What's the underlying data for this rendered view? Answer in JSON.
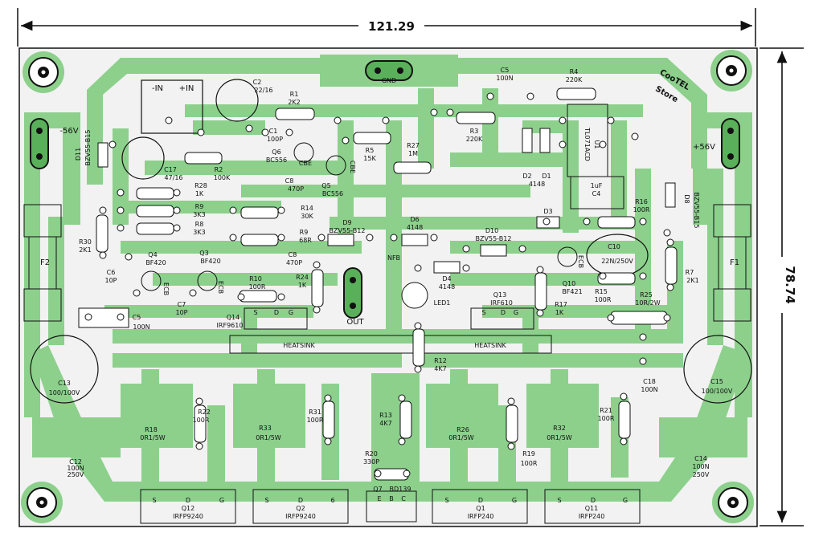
{
  "dimensions": {
    "width": "121.29",
    "height": "78.74"
  },
  "colors": {
    "board": "#f2f2f2",
    "copper": "#8cd08c",
    "silk": "#111111",
    "hole": "#ffffff"
  },
  "supply": {
    "neg": "-56V",
    "pos": "+56V",
    "gnd": "GND"
  },
  "connectors": {
    "in_minus": "-IN",
    "in_plus": "+IN",
    "out": "OUT"
  },
  "brand": {
    "line1": "CooTEL",
    "line2": "Store"
  },
  "labels": {
    "heatsink_left": "HEATSINK",
    "heatsink_right": "HEATSINK",
    "nfb": "NFB",
    "led": "LED1"
  },
  "components": {
    "c2": "C2",
    "c2v": "22/16",
    "r1": "R1",
    "r1v": "2K2",
    "c5top": "C5",
    "c5topv": "100N",
    "r4": "R4",
    "r4v": "220K",
    "r3": "R3",
    "r3v": "220K",
    "c1": "C1",
    "c1v": "100P",
    "q6": "Q6",
    "q6v": "BC556",
    "cbe1": "CBE",
    "cbe2": "CBE",
    "r5": "R5",
    "r5v": "15K",
    "r27": "R27",
    "r27v": "1M",
    "u1": "U1",
    "u1v": "TL071ACD",
    "d2": "D2",
    "d1": "D1",
    "d12v": "4148",
    "c4": "C4",
    "c4v": "1uF",
    "d11": "D11",
    "d11v": "BZV55-B15",
    "c17": "C17",
    "c17v": "47/16",
    "r2": "R2",
    "r2v": "100K",
    "r28": "R28",
    "r28v": "1K",
    "c8a": "C8",
    "c8av": "470P",
    "q5": "Q5",
    "q5v": "BC556",
    "r9a": "R9",
    "r9av": "3K3",
    "r8": "R8",
    "r8v": "3K3",
    "r14": "R14",
    "r14v": "30K",
    "r9b": "R9",
    "r9bv": "68R",
    "d9": "D9",
    "d9v": "BZV55-B12",
    "d6": "D6",
    "d6v": "4148",
    "d10": "D10",
    "d10v": "BZV55-B12",
    "d3": "D3",
    "r16": "R16",
    "r16v": "100R",
    "d8": "D8",
    "d8v": "BZV55-B15",
    "r30": "R30",
    "r30v": "2K1",
    "q4": "Q4",
    "q4v": "BF420",
    "q3": "Q3",
    "q3v": "BF420",
    "c8b": "C8",
    "c8bv": "470P",
    "c6": "C6",
    "c6v": "10P",
    "ecb1": "ECB",
    "ecb2": "ECB",
    "ecb3": "ECB",
    "c7": "C7",
    "c7v": "10P",
    "r10": "R10",
    "r10v": "100R",
    "r24": "R24",
    "r24v": "1K",
    "d4": "D4",
    "d4v": "4148",
    "c10": "C10",
    "c10v": "22N/250V",
    "r7": "R7",
    "r7v": "2K1",
    "q10": "Q10",
    "q10v": "BF421",
    "r15": "R15",
    "r15v": "100R",
    "c5b": "C5",
    "c5bv": "100N",
    "q14": "Q14",
    "q14v": "IRF9610",
    "q13": "Q13",
    "q13v": "IRF610",
    "r17": "R17",
    "r17v": "1K",
    "r25": "R25",
    "r25v": "10R/2W",
    "c13": "C13",
    "c13v": "100/100V",
    "c15": "C15",
    "c15v": "100/100V",
    "r12": "R12",
    "r12v": "4K7",
    "c18": "C18",
    "c18v": "100N",
    "r18": "R18",
    "r18v": "0R1/5W",
    "r22": "R22",
    "r22v": "100R",
    "r33": "R33",
    "r33v": "0R1/5W",
    "r31": "R31",
    "r31v": "100R",
    "r13": "R13",
    "r13v": "4K7",
    "r26": "R26",
    "r26v": "0R1/5W",
    "r32": "R32",
    "r32v": "0R1/5W",
    "r21": "R21",
    "r21v": "100R",
    "c12": "C12",
    "c12v": "100N",
    "c12v2": "250V",
    "c14": "C14",
    "c14v": "100N",
    "c14v2": "250V",
    "r20": "R20",
    "r20v": "330P",
    "r19": "R19",
    "r19v": "100R",
    "q7": "Q7",
    "q7v": "BD139",
    "q12": "Q12",
    "q12v": "IRFP9240",
    "q2": "Q2",
    "q2v": "IRFP9240",
    "q1": "Q1",
    "q1v": "IRFP240",
    "q11": "Q11",
    "q11v": "IRFP240",
    "f1": "F1",
    "f2": "F2",
    "sdg_s": "S",
    "sdg_d": "D",
    "sdg_g": "G",
    "ebc_e": "E",
    "ebc_b": "B",
    "ebc_c": "C",
    "sdg_6": "6"
  }
}
